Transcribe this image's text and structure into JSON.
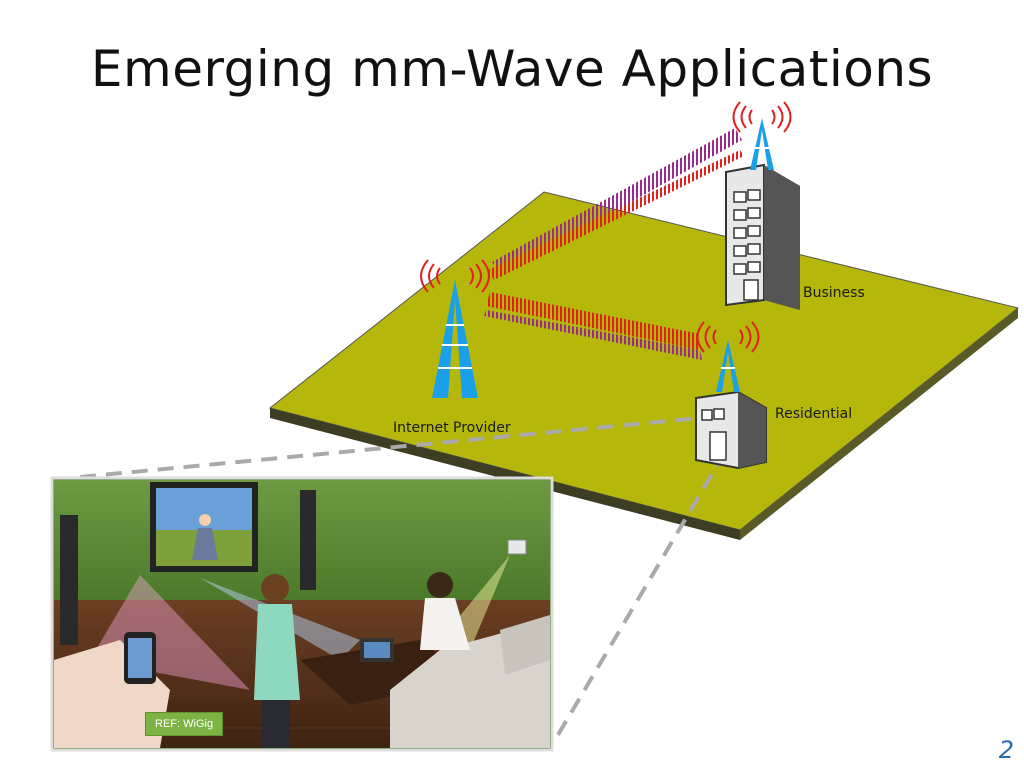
{
  "slide": {
    "title": "Emerging mm-Wave Applications",
    "page_number": "2"
  },
  "diagram": {
    "labels": {
      "internet_provider": "Internet Provider",
      "business": "Business",
      "residential": "Residential"
    },
    "ref_badge": "REF: WiGig"
  },
  "colors": {
    "ground": "#b5b80a",
    "tower": "#1aa0e8",
    "beam_red": "#e02020",
    "beam_purple": "#9a2a8c",
    "link_dash": "#aaaaaa",
    "badge": "#7cb342",
    "page_number": "#2f6bb0"
  }
}
